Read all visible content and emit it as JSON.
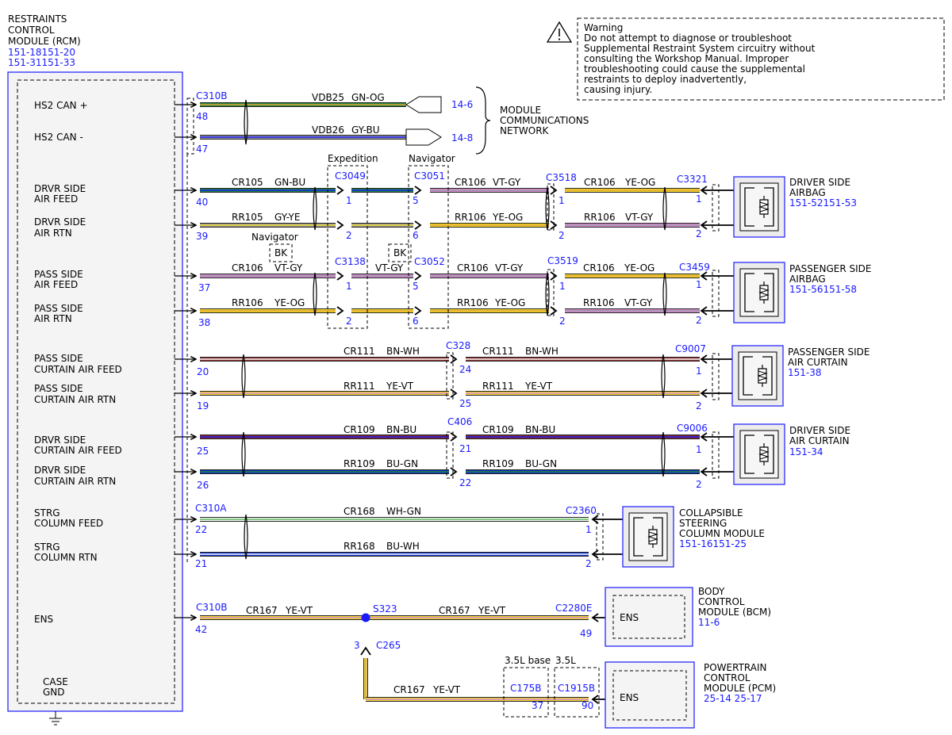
{
  "module": {
    "title_lines": [
      "RESTRAINTS",
      "CONTROL",
      "MODULE (RCM)"
    ],
    "refs": [
      "151-18151-20",
      "151-31151-33"
    ],
    "case_gnd": [
      "CASE",
      "GND"
    ]
  },
  "pins": {
    "hs2_can_plus": "HS2 CAN +",
    "hs2_can_minus": "HS2 CAN -",
    "drvr_air_feed": [
      "DRVR SIDE",
      "AIR FEED"
    ],
    "drvr_air_rtn": [
      "DRVR SIDE",
      "AIR RTN"
    ],
    "pass_air_feed": [
      "PASS SIDE",
      "AIR FEED"
    ],
    "pass_air_rtn": [
      "PASS SIDE",
      "AIR RTN"
    ],
    "pass_curtain_feed": [
      "PASS SIDE",
      "CURTAIN AIR FEED"
    ],
    "pass_curtain_rtn": [
      "PASS SIDE",
      "CURTAIN AIR RTN"
    ],
    "drvr_curtain_feed": [
      "DRVR SIDE",
      "CURTAIN AIR FEED"
    ],
    "drvr_curtain_rtn": [
      "DRVR SIDE",
      "CURTAIN AIR RTN"
    ],
    "strg_feed": [
      "STRG",
      "COLUMN FEED"
    ],
    "strg_rtn": [
      "STRG",
      "COLUMN RTN"
    ],
    "ens": "ENS"
  },
  "warning": {
    "lines": [
      "Warning",
      "Do not attempt to diagnose or troubleshoot",
      "Supplemental Restraint System circuitry without",
      "consulting the Workshop Manual. Improper",
      "troubleshooting could cause the supplemental",
      "restraints to deploy inadvertently,",
      "causing injury."
    ]
  },
  "network": {
    "lines": [
      "MODULE",
      "COMMUNICATIONS",
      "NETWORK"
    ],
    "ref_plus": "14-6",
    "ref_minus": "14-8"
  },
  "connectors": {
    "c310b": "C310B",
    "c310a": "C310A",
    "c3049": "C3049",
    "c3051": "C3051",
    "c3138": "C3138",
    "c3052": "C3052",
    "c3518": "C3518",
    "c3519": "C3519",
    "c3321": "C3321",
    "c3459": "C3459",
    "c328": "C328",
    "c406": "C406",
    "c9007": "C9007",
    "c9006": "C9006",
    "c2360": "C2360",
    "c2280e": "C2280E",
    "s323": "S323",
    "c265": "C265",
    "c175b": "C175B",
    "c1915b": "C1915B"
  },
  "options": {
    "expedition": "Expedition",
    "navigator": "Navigator",
    "navigator2": "Navigator",
    "bk": "BK",
    "base35": "3.5L base",
    "l35": "3.5L"
  },
  "wires": {
    "vdb25": [
      "VDB25",
      "GN-OG"
    ],
    "vdb26": [
      "VDB26",
      "GY-BU"
    ],
    "cr105": [
      "CR105",
      "GN-BU"
    ],
    "rr105": [
      "RR105",
      "GY-YE"
    ],
    "cr106": [
      "CR106",
      "VT-GY"
    ],
    "rr106": [
      "RR106",
      "YE-OG"
    ],
    "cr106_vtgy_mid": [
      "CR106",
      "VT-GY"
    ],
    "rr106_yeog_mid": [
      "RR106",
      "YE-OG"
    ],
    "cr106_yeog": [
      "CR106",
      "YE-OG"
    ],
    "rr106_vtgy": [
      "RR106",
      "VT-GY"
    ],
    "vtgy_short": "VT-GY",
    "cr111": [
      "CR111",
      "BN-WH"
    ],
    "rr111": [
      "RR111",
      "YE-VT"
    ],
    "cr109": [
      "CR109",
      "BN-BU"
    ],
    "rr109": [
      "RR109",
      "BU-GN"
    ],
    "cr168": [
      "CR168",
      "WH-GN"
    ],
    "rr168": [
      "RR168",
      "BU-WH"
    ],
    "cr167": [
      "CR167",
      "YE-VT"
    ]
  },
  "pinnums": {
    "p48": "48",
    "p47": "47",
    "p40": "40",
    "p39": "39",
    "p37": "37",
    "p38": "38",
    "p20": "20",
    "p19": "19",
    "p25": "25",
    "p26": "26",
    "p22": "22",
    "p21": "21",
    "p42": "42",
    "p1": "1",
    "p2": "2",
    "p5": "5",
    "p6": "6",
    "p24": "24",
    "p25b": "25",
    "p21b": "21",
    "p22b": "22",
    "p49": "49",
    "p3": "3",
    "p37b": "37",
    "p90": "90"
  },
  "devices": {
    "driver_airbag": {
      "lines": [
        "DRIVER SIDE",
        "AIRBAG"
      ],
      "ref": "151-52151-53"
    },
    "pass_airbag": {
      "lines": [
        "PASSENGER SIDE",
        "AIRBAG"
      ],
      "ref": "151-56151-58"
    },
    "pass_curtain": {
      "lines": [
        "PASSENGER SIDE",
        "AIR CURTAIN"
      ],
      "ref": "151-38"
    },
    "drvr_curtain": {
      "lines": [
        "DRIVER SIDE",
        "AIR CURTAIN"
      ],
      "ref": "151-34"
    },
    "steering": {
      "lines": [
        "COLLAPSIBLE",
        "STEERING",
        "COLUMN MODULE"
      ],
      "ref": "151-16151-25"
    },
    "bcm": {
      "lines": [
        "BODY",
        "CONTROL",
        "MODULE (BCM)"
      ],
      "ref": "11-6",
      "inner": "ENS"
    },
    "pcm": {
      "lines": [
        "POWERTRAIN",
        "CONTROL",
        "MODULE (PCM)"
      ],
      "ref": "25-14 25-17",
      "inner": "ENS"
    }
  },
  "colors": {
    "blue": "#1a1aff",
    "green": "#1f8a3a",
    "orange": "#e8a23a",
    "gray": "#9a9a9a",
    "yellow": "#f2dc28",
    "violet": "#d98ad9",
    "brown": "#8b2a2a",
    "white": "#ffffff",
    "darkblue": "#1030c8",
    "lightgreen": "#5cb85c"
  }
}
